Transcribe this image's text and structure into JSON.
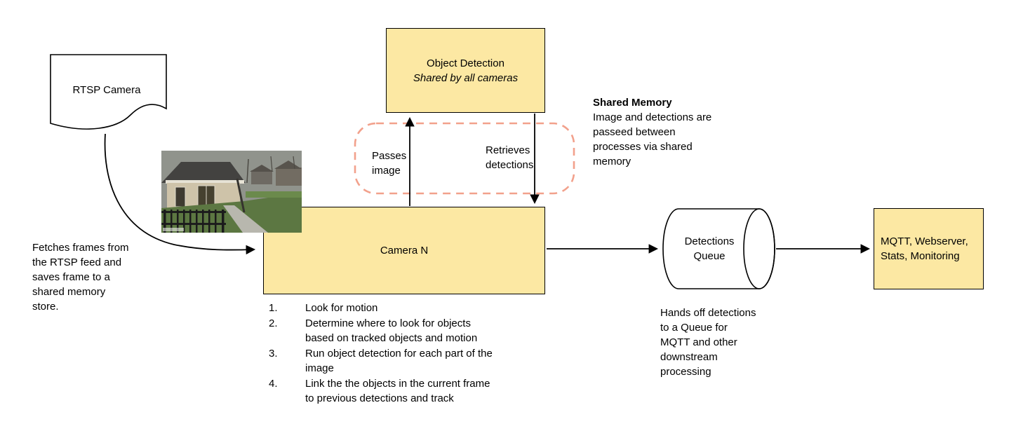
{
  "diagram": {
    "colors": {
      "box_fill": "#FCE8A3",
      "box_border": "#000000",
      "shared_memory_dash": "#F2A18C",
      "arrow": "#000000"
    },
    "rtsp_camera_label": "RTSP Camera",
    "object_detection_title": "Object Detection",
    "object_detection_subtitle": "Shared by all cameras",
    "passes_image_label": "Passes\nimage",
    "retrieves_detections_label": "Retrieves\ndetections",
    "shared_memory_title": "Shared Memory",
    "shared_memory_body": "Image and detections are\npasseed between\nprocesses via shared\nmemory",
    "camera_n_label": "Camera N",
    "fetches_note": "Fetches frames from\nthe RTSP feed and\nsaves frame to a\nshared memory\nstore.",
    "steps": [
      {
        "num": "1.",
        "text": "Look for motion"
      },
      {
        "num": "2.",
        "text": "Determine where to look for objects\nbased on tracked objects and motion"
      },
      {
        "num": "3.",
        "text": "Run object detection for each part of the\nimage"
      },
      {
        "num": "4.",
        "text": "Link the the objects in the current frame\nto previous detections and track"
      }
    ],
    "detections_queue_label": "Detections\nQueue",
    "mqtt_box_label": "MQTT, Webserver,\nStats, Monitoring",
    "hands_off_note": "Hands off detections\nto a Queue for\nMQTT and other\ndownstream\nprocessing"
  }
}
